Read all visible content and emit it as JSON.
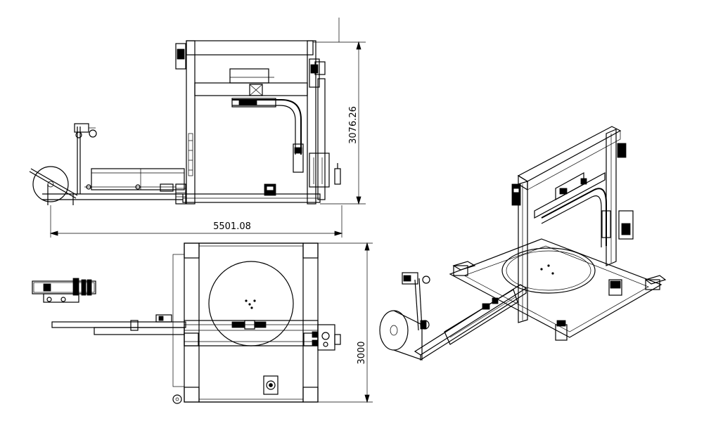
{
  "dimensions": {
    "width_label": "5501.08",
    "height_label": "3076.26",
    "depth_label": "3000"
  },
  "colors": {
    "line": "#000000",
    "background": "#ffffff",
    "shade": "#9a9a9a"
  }
}
